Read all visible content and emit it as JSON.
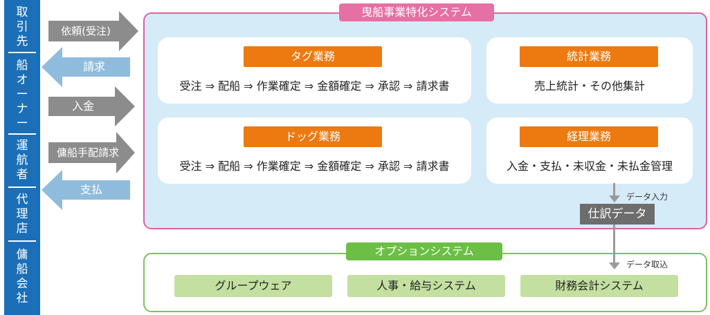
{
  "left_column": {
    "items": [
      {
        "label": "取\n引\n先"
      },
      {
        "label": "船\nオ\nー\nナ\nー"
      },
      {
        "label": "運\n航\n者"
      },
      {
        "label": "代\n理\n店"
      },
      {
        "label": "傭\n船\n会\n社"
      }
    ]
  },
  "arrows": [
    {
      "label": "依頼(受注)",
      "direction": "right",
      "color": "#8c8c8c"
    },
    {
      "label": "請求",
      "direction": "left",
      "color": "#8fbcdd"
    },
    {
      "label": "入金",
      "direction": "right",
      "color": "#8c8c8c"
    },
    {
      "label": "傭船手配請求",
      "direction": "right",
      "color": "#8c8c8c"
    },
    {
      "label": "支払",
      "direction": "left",
      "color": "#8fbcdd"
    }
  ],
  "main_system": {
    "title": "曳船事業特化システム",
    "cards": [
      {
        "title": "タグ業務",
        "text": "受注 ⇒ 配船 ⇒ 作業確定 ⇒ 金額確定 ⇒ 承認 ⇒ 請求書"
      },
      {
        "title": "統計業務",
        "text": "売上統計・その他集計"
      },
      {
        "title": "ドッグ業務",
        "text": "受注 ⇒ 配船 ⇒ 作業確定 ⇒ 金額確定 ⇒ 承認 ⇒ 請求書"
      },
      {
        "title": "経理業務",
        "text": "入金・支払・未収金・未払金管理"
      }
    ],
    "data_input_label": "データ入力",
    "journal_label": "仕訳データ",
    "data_import_label": "データ取込"
  },
  "option_system": {
    "title": "オプションシステム",
    "items": [
      "グループウェア",
      "人事・給与システム",
      "財務会計システム"
    ]
  },
  "colors": {
    "left_column": "#1b6fb8",
    "arrow_gray": "#8c8c8c",
    "arrow_blue": "#8fbcdd",
    "main_bg": "#d6ebf8",
    "main_border": "#e0609a",
    "card_title": "#ec7a10",
    "option_border": "#7cc05e",
    "option_item": "#c4e0a0"
  }
}
